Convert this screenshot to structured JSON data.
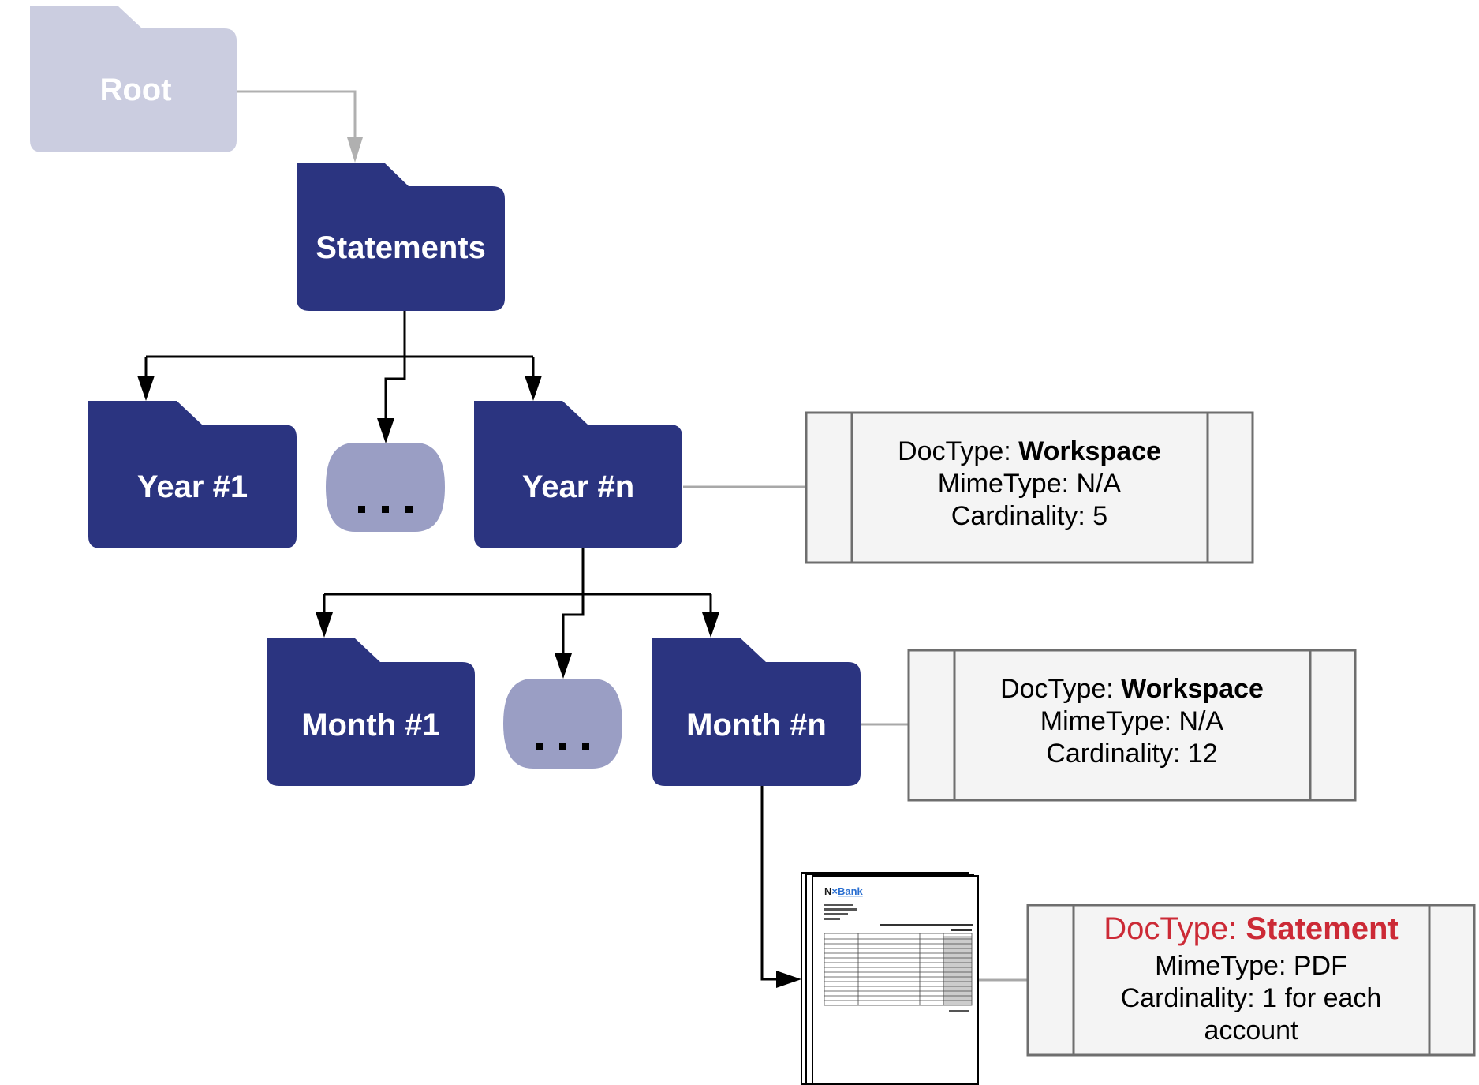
{
  "folders": {
    "root": "Root",
    "statements": "Statements",
    "year_first": "Year #1",
    "year_n": "Year #n",
    "month_first": "Month #1",
    "month_n": "Month #n"
  },
  "ellipsis": "...",
  "info_boxes": {
    "year": {
      "doctype_label": "DocType: ",
      "doctype_value": "Workspace",
      "mimetype": "MimeType: N/A",
      "cardinality": "Cardinality: 5"
    },
    "month": {
      "doctype_label": "DocType: ",
      "doctype_value": "Workspace",
      "mimetype": "MimeType: N/A",
      "cardinality": "Cardinality: 12"
    },
    "statement": {
      "doctype_label": "DocType: ",
      "doctype_value": "Statement",
      "mimetype": "MimeType: PDF",
      "cardinality_line1": "Cardinality: 1 for each",
      "cardinality_line2": "account"
    }
  },
  "document": {
    "logo_prefix": "N",
    "logo_mark": "×",
    "logo_name": "Bank"
  },
  "colors": {
    "folder": "#2b3480",
    "root_folder": "#cbcde0",
    "ellipsis_bubble": "#9a9ec4",
    "statement_accent": "#cc2a36",
    "box_fill": "#f4f4f4",
    "box_border": "#6e6e6e"
  }
}
